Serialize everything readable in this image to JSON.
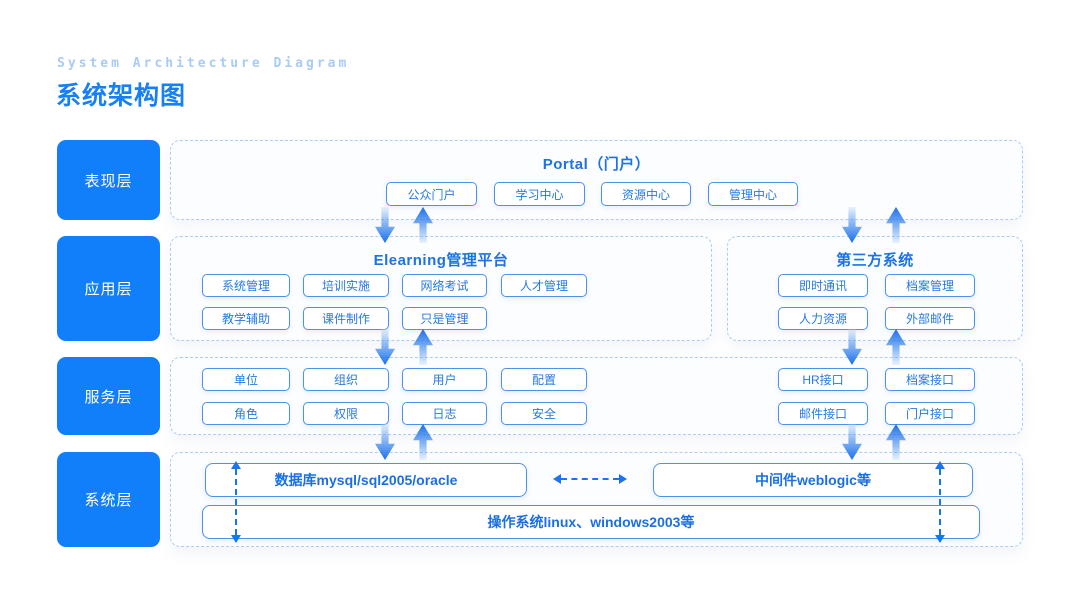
{
  "header": {
    "subtitle": "System Architecture Diagram",
    "title": "系统架构图"
  },
  "colors": {
    "accent_blue": "#117ffa",
    "box_border": "#4a94e8",
    "box_text": "#2679e0",
    "dashed_border": "#afccf0",
    "arrow_blue": "#1b74ef",
    "subtitle_blue": "#a9cbf4"
  },
  "layers": {
    "presentation": {
      "label": "表现层",
      "portal_title": "Portal（门户）",
      "boxes": [
        "公众门户",
        "学习中心",
        "资源中心",
        "管理中心"
      ]
    },
    "application": {
      "label": "应用层",
      "elearning": {
        "title": "Elearning管理平台",
        "row1": [
          "系统管理",
          "培训实施",
          "网络考试",
          "人才管理"
        ],
        "row2": [
          "教学辅助",
          "课件制作",
          "只是管理"
        ]
      },
      "third_party": {
        "title": "第三方系统",
        "row1": [
          "即时通讯",
          "档案管理"
        ],
        "row2": [
          "人力资源",
          "外部邮件"
        ]
      }
    },
    "service": {
      "label": "服务层",
      "left_row1": [
        "单位",
        "组织",
        "用户",
        "配置"
      ],
      "left_row2": [
        "角色",
        "权限",
        "日志",
        "安全"
      ],
      "right_row1": [
        "HR接口",
        "档案接口"
      ],
      "right_row2": [
        "邮件接口",
        "门户接口"
      ]
    },
    "system": {
      "label": "系统层",
      "database": "数据库mysql/sql2005/oracle",
      "middleware": "中间件weblogic等",
      "os": "操作系统linux、windows2003等"
    }
  }
}
